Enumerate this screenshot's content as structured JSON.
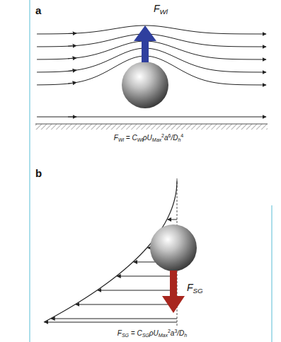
{
  "diagram": {
    "labels": [
      "a",
      "F",
      "Wl",
      "F",
      "Wl",
      " = C",
      "Wl",
      "ρU",
      "Max",
      "2",
      "a",
      "6",
      "/D",
      "h",
      "4",
      "b",
      "F",
      "SG",
      "F",
      "SG",
      " = C",
      "SG",
      "ρU",
      "Max",
      "2",
      "a",
      "3",
      "/D",
      "h"
    ]
  }
}
